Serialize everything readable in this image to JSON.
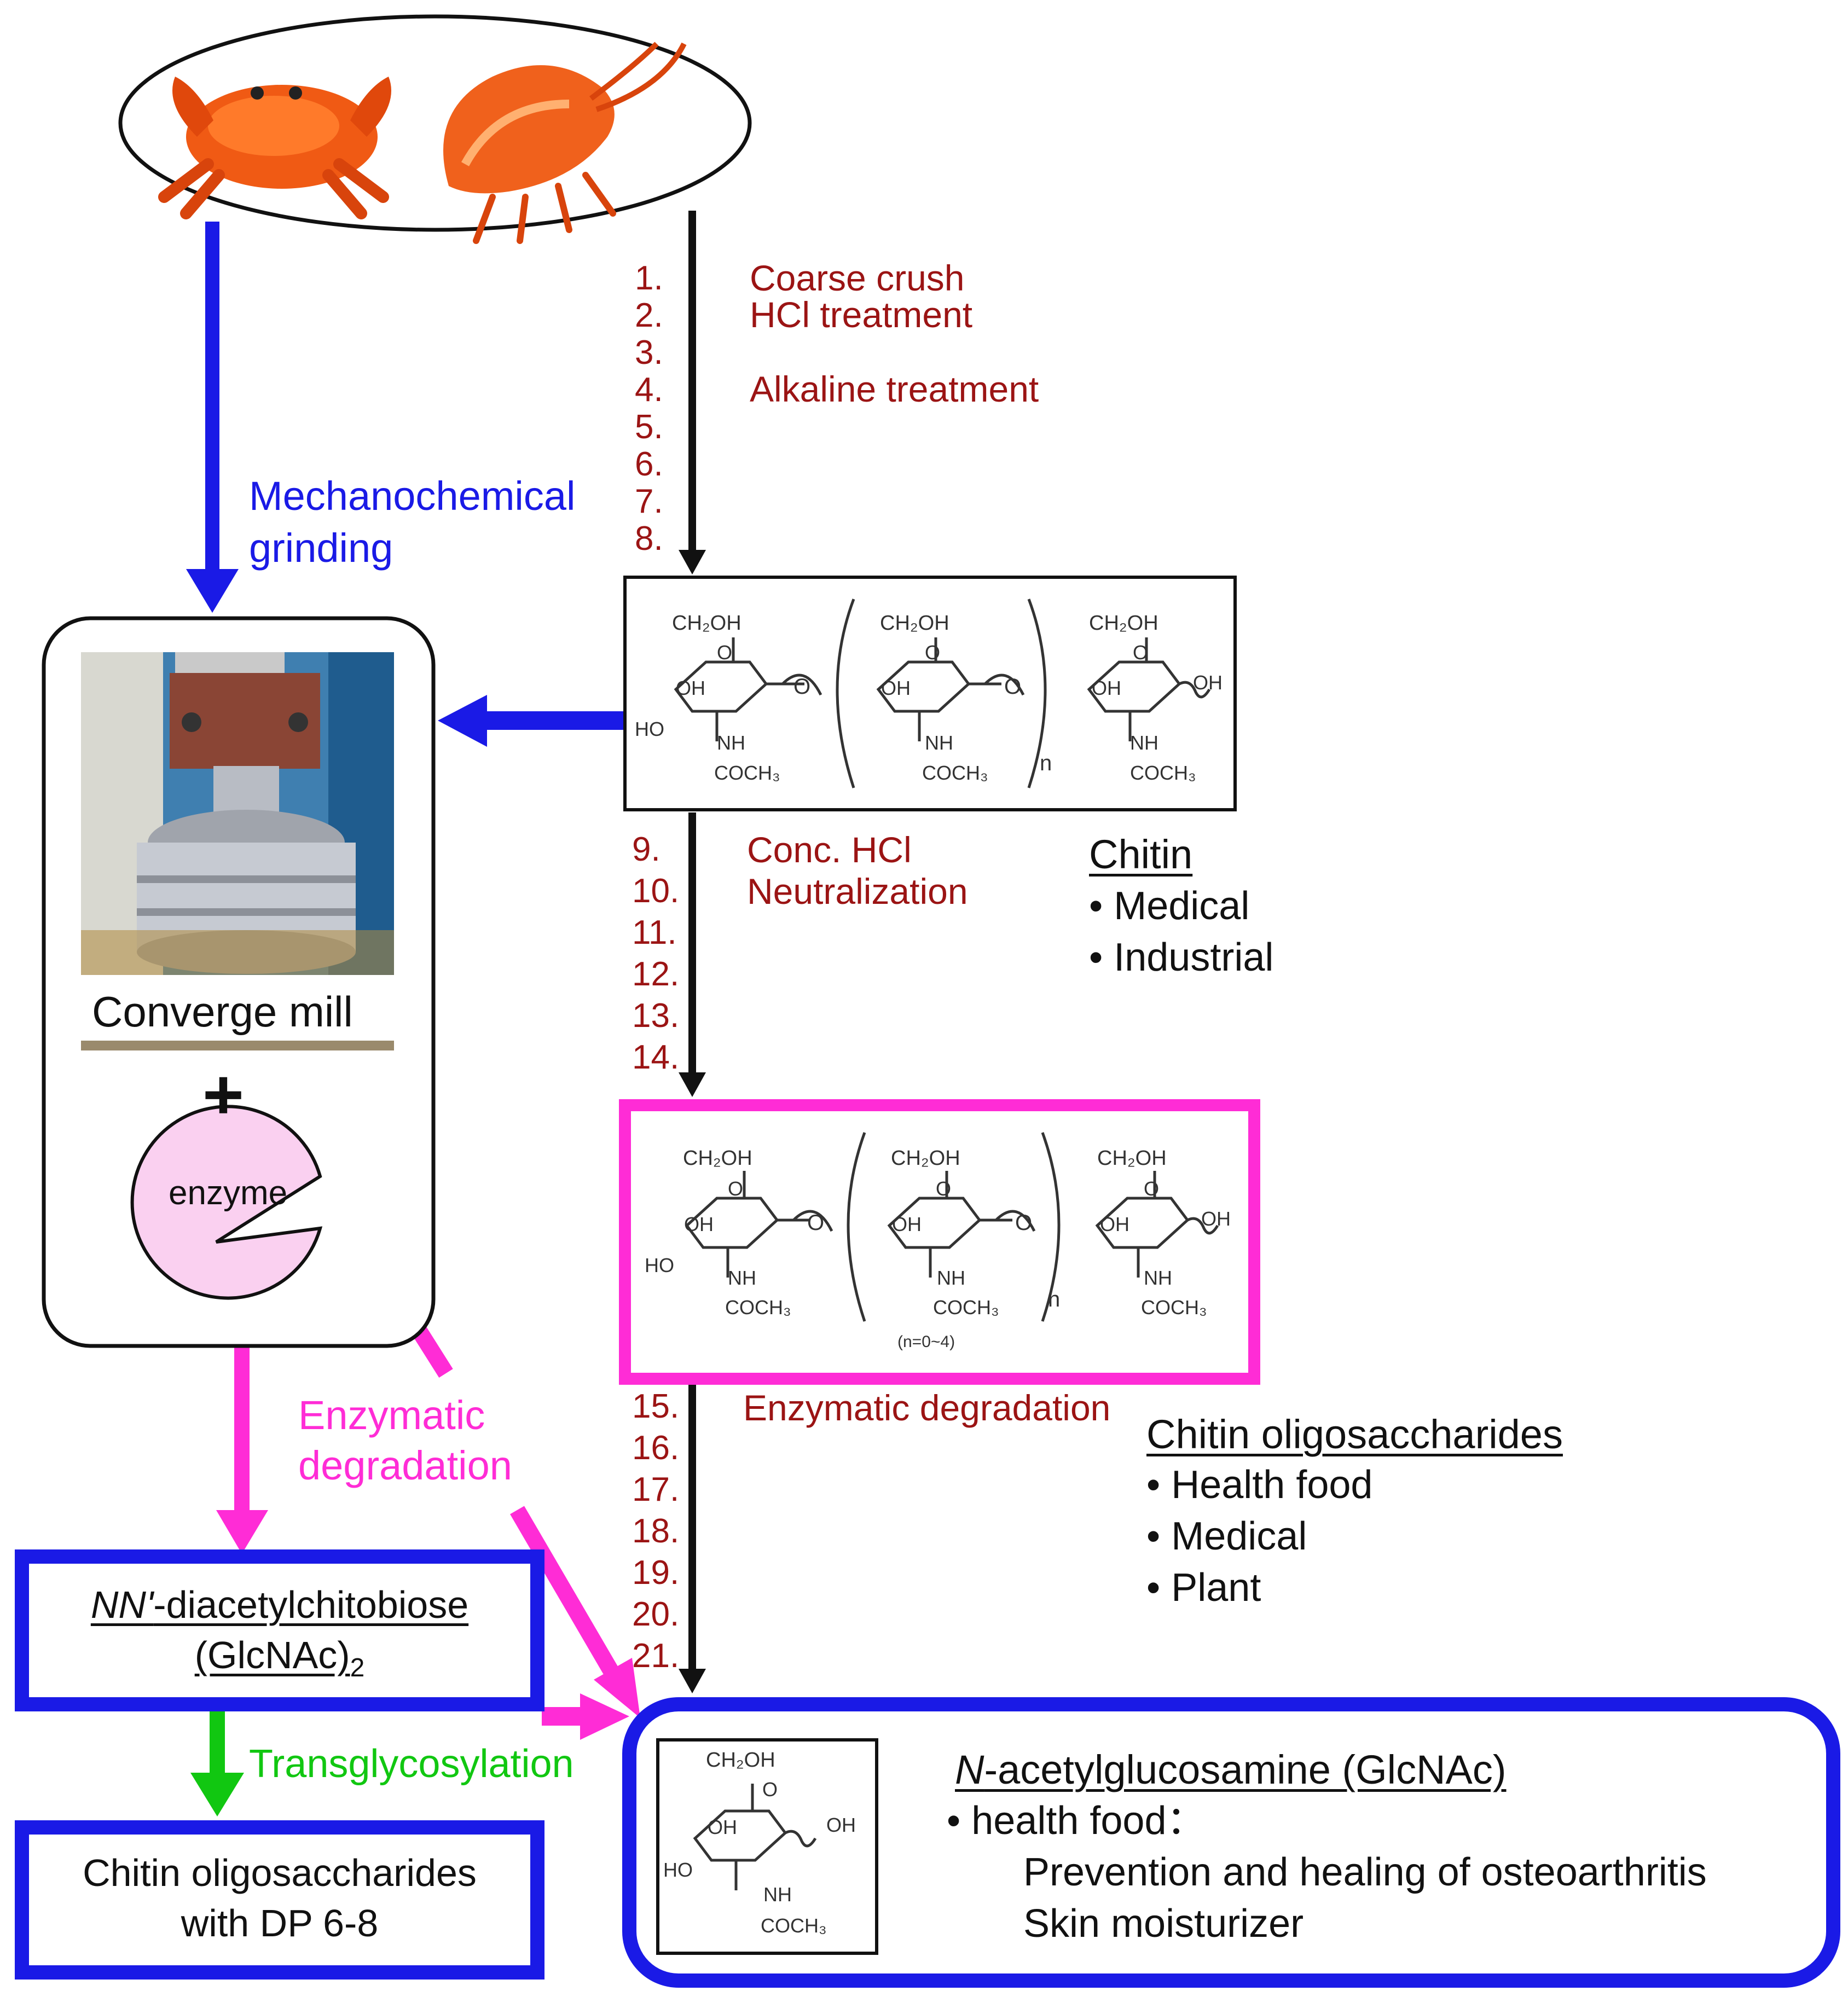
{
  "steps_top": {
    "numbers": [
      "1.",
      "2.",
      "3.",
      "4.",
      "5.",
      "6.",
      "7.",
      "8."
    ],
    "labels": [
      "Coarse crush",
      "HCl treatment",
      "Alkaline treatment"
    ]
  },
  "steps_mid": {
    "numbers": [
      "9.",
      "10.",
      "11.",
      "12.",
      "13.",
      "14."
    ],
    "labels": [
      "Conc. HCl",
      "Neutralization"
    ]
  },
  "steps_bottom": {
    "numbers": [
      "15.",
      "16.",
      "17.",
      "18.",
      "19.",
      "20.",
      "21."
    ],
    "labels": [
      "Enzymatic degradation"
    ]
  },
  "mechanochemical": {
    "line1": "Mechanochemical",
    "line2": "grinding"
  },
  "mill_box": {
    "caption": "Converge mill",
    "plus": "+",
    "enzyme": "enzyme"
  },
  "chitin": {
    "title": "Chitin",
    "uses": [
      "• Medical",
      "• Industrial"
    ]
  },
  "chitin_oligo": {
    "title": "Chitin oligosaccharides",
    "uses": [
      "• Health food",
      "• Medical",
      "• Plant"
    ]
  },
  "enzymatic_pink": {
    "line1": "Enzymatic",
    "line2": "degradation"
  },
  "diacetyl": {
    "line1": "NN'-diacetylchitobiose",
    "line1_italic": "NN'",
    "line1_rest": "-diacetylchitobiose",
    "line2_main": "(GlcNAc)",
    "line2_sub": "2"
  },
  "transglycosylation": "Transglycosylation",
  "oligo_dp": {
    "line1": "Chitin oligosaccharides",
    "line2": "with DP 6-8"
  },
  "glcnac": {
    "title_italic": "N",
    "title_rest": "-acetylglucosamine (GlcNAc)",
    "health": "• health food：",
    "lines": [
      "Prevention and healing of osteoarthritis",
      "Skin moisturizer"
    ]
  },
  "structure": {
    "ch2oh": "CH₂OH",
    "oh": "OH",
    "ho": "HO",
    "o": "O",
    "nh": "NH",
    "coch3": "COCH₃",
    "n": "n",
    "range": "(n=0~4)"
  },
  "colors": {
    "blue": "#1a1ae6",
    "pink": "#ff2cd6",
    "green": "#11c711",
    "dark_red": "#9b1414",
    "black": "#111111"
  }
}
